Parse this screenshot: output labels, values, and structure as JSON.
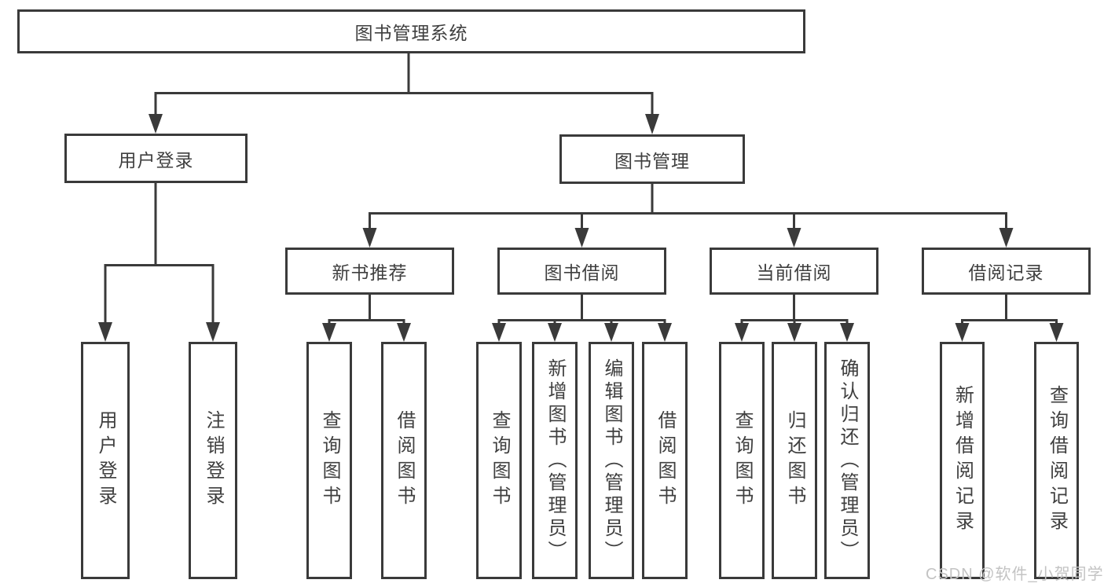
{
  "diagram": {
    "root": {
      "label": "图书管理系统"
    },
    "nodes": {
      "user_login": {
        "label": "用户登录"
      },
      "book_mgmt": {
        "label": "图书管理"
      },
      "new_book_rec": {
        "label": "新书推荐"
      },
      "book_borrow": {
        "label": "图书借阅"
      },
      "current_borrow": {
        "label": "当前借阅"
      },
      "borrow_records": {
        "label": "借阅记录"
      }
    },
    "leaves": {
      "user_login": [
        "用户登录",
        "注销登录"
      ],
      "new_book_rec": [
        "查询图书",
        "借阅图书"
      ],
      "book_borrow": [
        "查询图书",
        "新增图书（管理员）",
        "编辑图书（管理员）",
        "借阅图书"
      ],
      "current_borrow": [
        "查询图书",
        "归还图书",
        "确认归还（管理员）"
      ],
      "borrow_records": [
        "新增借阅记录",
        "查询借阅记录"
      ]
    },
    "watermark": "CSDN @软件_小贺同学",
    "colors": {
      "line": "#3a3a3a",
      "text": "#3f3f3f",
      "watermark": "#c3c3c3",
      "background": "#ffffff"
    }
  }
}
